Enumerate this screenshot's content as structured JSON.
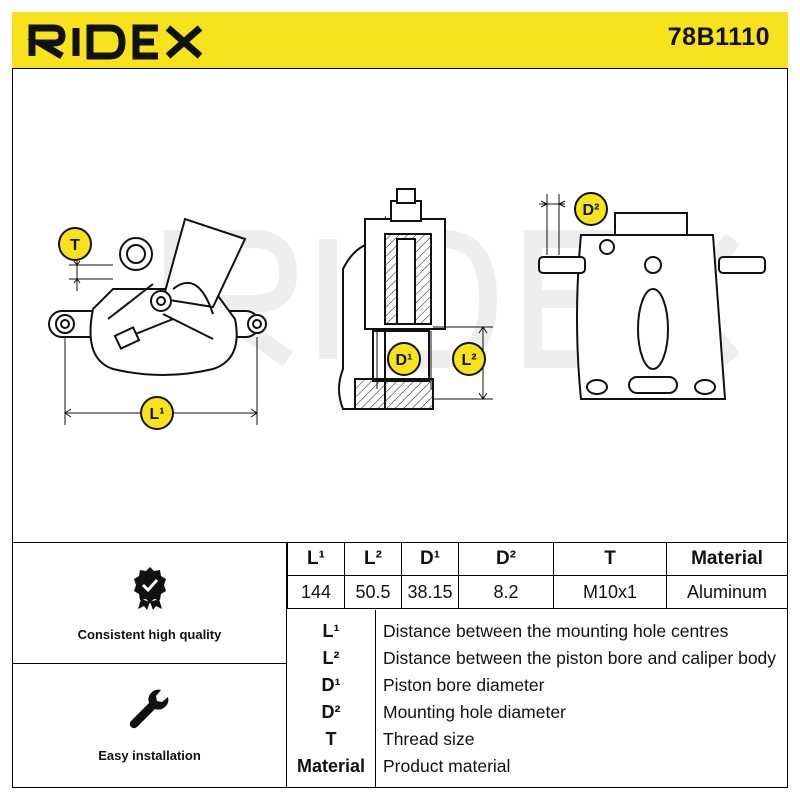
{
  "brand": {
    "logo_text": "RIDEX",
    "part_number": "78B1110",
    "header_color": "#f6e31b",
    "watermark_text": "RIDEX"
  },
  "diagram": {
    "markers": {
      "t": "T",
      "l1": "L¹",
      "d1": "D¹",
      "l2": "L²",
      "d2": "D²"
    }
  },
  "features": [
    {
      "label": "Consistent high quality",
      "icon": "quality-badge-icon"
    },
    {
      "label": "Easy installation",
      "icon": "wrench-icon"
    }
  ],
  "spec_table": {
    "headers": [
      "L¹",
      "L²",
      "D¹",
      "D²",
      "T",
      "Material"
    ],
    "values": [
      "144",
      "50.5",
      "38.15",
      "8.2",
      "M10x1",
      "Aluminum"
    ]
  },
  "legend": [
    {
      "key": "L¹",
      "desc": "Distance between the mounting hole centres"
    },
    {
      "key": "L²",
      "desc": "Distance between the piston bore and caliper body"
    },
    {
      "key": "D¹",
      "desc": "Piston bore diameter"
    },
    {
      "key": "D²",
      "desc": "Mounting hole diameter"
    },
    {
      "key": "T",
      "desc": "Thread size"
    },
    {
      "key": "Material",
      "desc": "Product material"
    }
  ]
}
